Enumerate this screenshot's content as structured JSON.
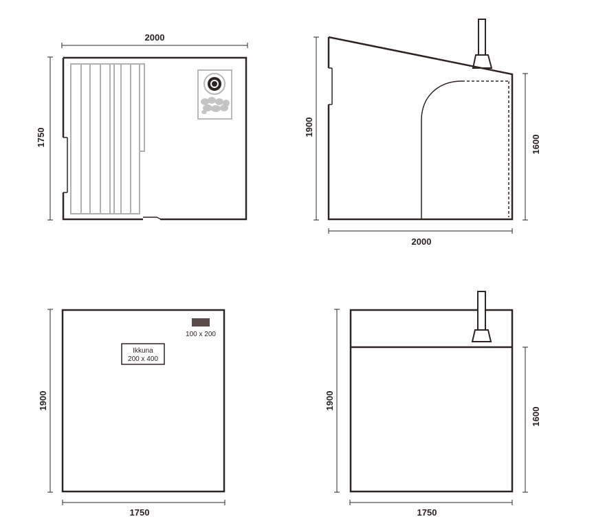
{
  "colors": {
    "wall": "#2e2422",
    "dim_line": "#2e2422",
    "bench": "#b0b0b0",
    "heater_panel": "#d8d8d8",
    "vent": "#5a4c4a"
  },
  "plan_view": {
    "width_label": "2000",
    "depth_label": "1750"
  },
  "side_view": {
    "height_left_label": "1900",
    "height_right_label": "1600",
    "width_label": "2000"
  },
  "front_view": {
    "height_label": "1900",
    "width_label": "1750",
    "vent_label": "100 x 200",
    "window_label_line1": "Ikkuna",
    "window_label_line2": "200 x 400"
  },
  "back_view": {
    "height_left_label": "1900",
    "height_right_label": "1600",
    "width_label": "1750"
  }
}
